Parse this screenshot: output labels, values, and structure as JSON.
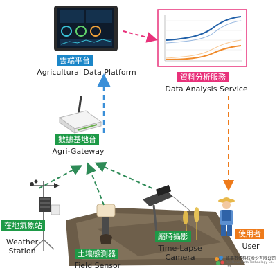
{
  "nodes": {
    "cloud_platform": {
      "tag": "雲端平台",
      "caption": "Agricultural Data Platform"
    },
    "analysis_service": {
      "tag": "資料分析服務",
      "caption": "Data Analysis Service"
    },
    "gateway": {
      "tag": "數據基地台",
      "caption": "Agri-Gateway"
    },
    "weather_station": {
      "tag": "在地氣象站",
      "caption_line1": "Weather",
      "caption_line2": "Station"
    },
    "field_sensor": {
      "tag": "土壤感測器",
      "caption": "Field Sensor"
    },
    "camera": {
      "tag": "縮時攝影",
      "caption_line1": "Time-Lapse",
      "caption_line2": "Camera"
    },
    "user": {
      "tag": "使用者",
      "caption": "User"
    }
  },
  "brand": {
    "name_zh": "峰業數據科技股份有限公司",
    "name_en": "BuxNovo Data Technology Co., Ltd."
  },
  "colors": {
    "blue": "#1b86c8",
    "green": "#1e9a47",
    "orange": "#ee7a1a",
    "pink": "#e8317a",
    "dashed_green": "#2e8b57"
  }
}
